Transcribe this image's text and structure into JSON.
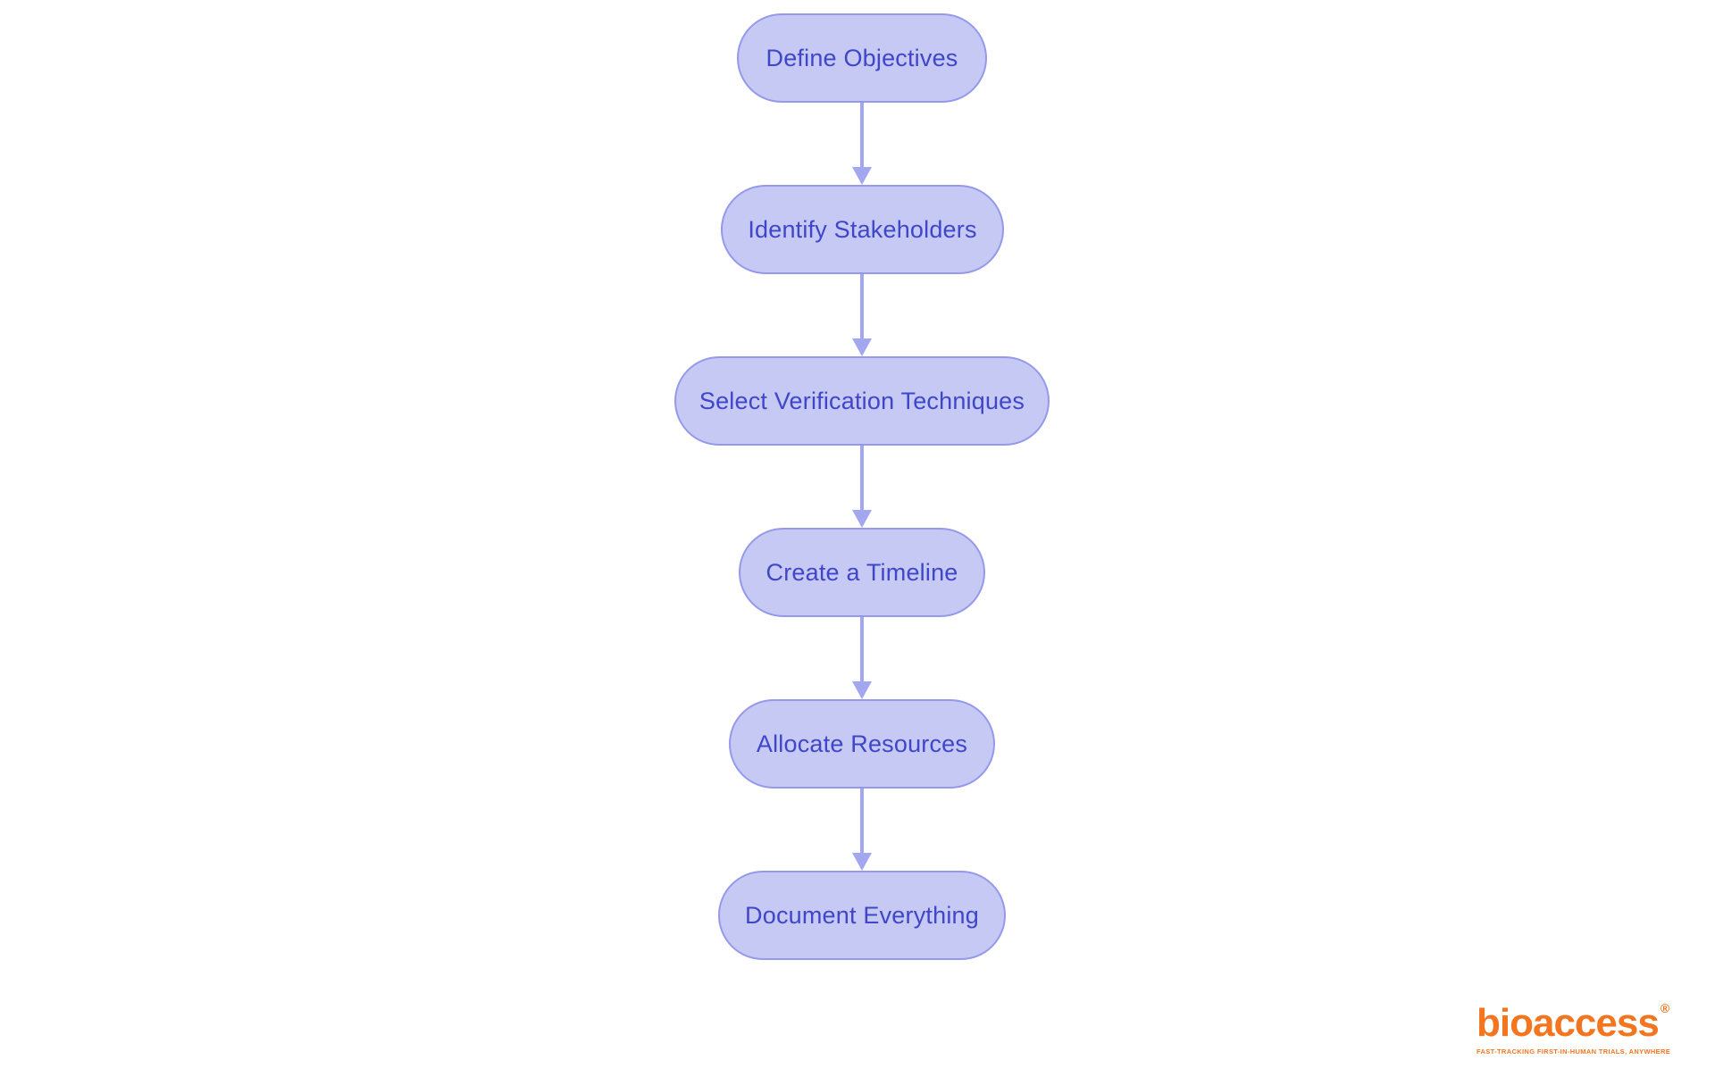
{
  "flowchart": {
    "type": "flowchart",
    "direction": "top-down",
    "node_fill_color": "#c6c9f4",
    "node_border_color": "#9599ea",
    "node_text_color": "#3f46c8",
    "arrow_color": "#a2a7ef",
    "nodes": [
      {
        "label": "Define Objectives"
      },
      {
        "label": "Identify Stakeholders"
      },
      {
        "label": "Select Verification Techniques"
      },
      {
        "label": "Create a Timeline"
      },
      {
        "label": "Allocate Resources"
      },
      {
        "label": "Document Everything"
      }
    ]
  },
  "logo": {
    "name": "bioaccess",
    "registered_mark": "®",
    "tagline": "FAST-TRACKING FIRST-IN-HUMAN TRIALS, ANYWHERE",
    "color": "#F4751F"
  }
}
